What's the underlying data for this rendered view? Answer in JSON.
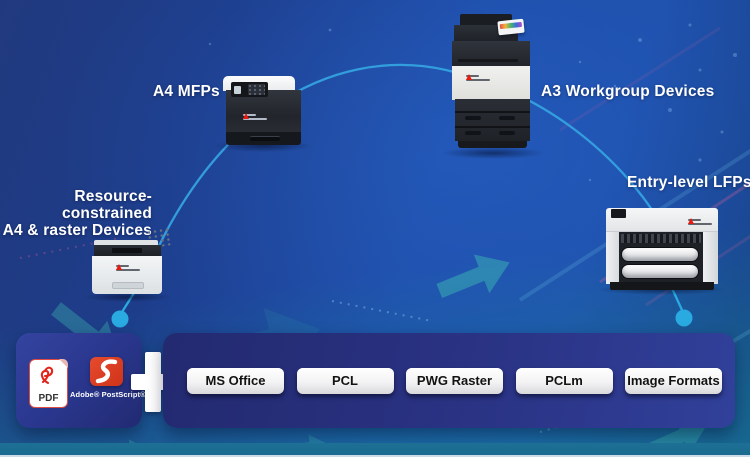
{
  "labels": {
    "a4_mfps": "A4 MFPs",
    "a3_workgroup_devices": "A3 Workgroup Devices",
    "resource_constrained_line1": "Resource-constrained",
    "resource_constrained_line2": "A4 & raster Devices",
    "entry_level_lfps": "Entry-level LFPs"
  },
  "core": {
    "pdf_label": "PDF",
    "postscript_label": "Adobe® PostScript®"
  },
  "formats": {
    "buttons": [
      "MS Office",
      "PCL",
      "PWG Raster",
      "PCLm",
      "Image Formats"
    ]
  },
  "icons": {
    "pdf_icon": "adobe-pdf-document",
    "postscript_icon": "adobe-postscript-mark",
    "plus_icon": "plus",
    "connector_dots": "blue-endpoint-dots",
    "background_arrows": "teal-data-flow-arrows"
  },
  "colors": {
    "background_navy": "#213a7f",
    "background_blue": "#1e4fab",
    "teal_accent": "#3ec0b4",
    "connector_blue": "#29abe2",
    "panel_indigo": "#2b3890",
    "adobe_red": "#e0301e",
    "pill_face": "#ffffff",
    "label_text": "#ffffff"
  }
}
